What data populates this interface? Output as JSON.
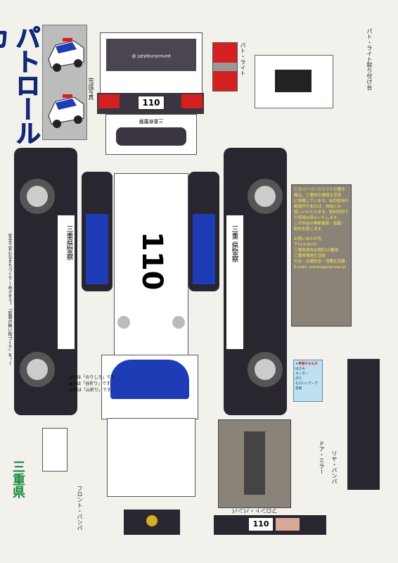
{
  "title": "パトロールカー",
  "photo_caption": "完成写真",
  "roof_text": "panuutunoptatt @",
  "plate_number": "110",
  "door_text": "三重県警察",
  "hood_text": "三重 県警察",
  "side_number": "110",
  "slogan": "安全で安心なまちづくり ～めざそう！「犯罪の無い街づくり」を！～",
  "light_label": "パト・ライト",
  "light_mount_label": "パト・ライト取り付け台",
  "mirror_label": "ドア・ミラー",
  "front_bumper_label": "フロント・バンパ",
  "front_bumper_label_2": "フロント・バンパ",
  "rear_bumper_label": "リヤ・バンパ",
  "logo_text": "三重県",
  "fold_legend": [
    "★印は「のりしろ」です。",
    "●印は「谷折り」です。",
    "赤線は「山折り」です。"
  ],
  "note_lines": [
    "このペーパークラフトの著作権は、三重県の環境生活部",
    "に帰属しています。私的使用の範囲内であれば、自由にお",
    "使いいただけます。営利目的での使用は禁止いたします。",
    "この作品の無断複製・転載・配布を禁じます。",
    "お問い合わせ先",
    "〒514-8570",
    "三重県津市広明町13番地",
    "三重県環境生活部",
    "文化・交通安全・消費生活課",
    "E-mail: ankan@pref.mie.jp"
  ],
  "legend_title": "★準備するもの",
  "legend_items": [
    "はさみ",
    "カッター",
    "のり",
    "セロハンテープ",
    "定規"
  ],
  "colors": {
    "title": "#1f3fb3",
    "body": "#2a2630",
    "glass": "#1d3cb6",
    "red_light": "#d42020",
    "note_bg": "#8a8478",
    "note_text": "#ffe84a",
    "legend_bg": "#bfe0f0"
  }
}
